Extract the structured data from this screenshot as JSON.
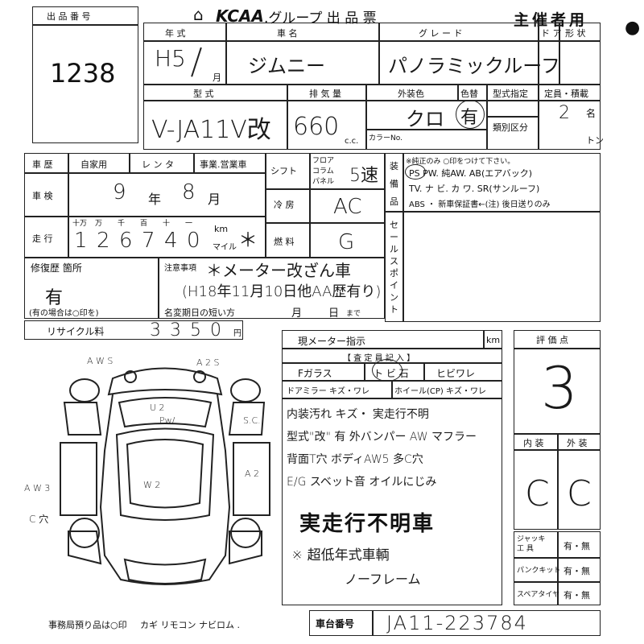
{
  "header": {
    "logo": "KCAA",
    "group_title": ".グループ 出 品 票",
    "organizer": "主催者用"
  },
  "lot": {
    "label": "出 品 番 号",
    "value": "1238"
  },
  "vehicle": {
    "year_label": "年 式",
    "year_value": "H5",
    "month_unit": "月",
    "name_label": "車 名",
    "name_value": "ジムニー",
    "grade_label": "グ レ ー ド",
    "grade_value": "パノラミックルーフ",
    "door_label": "ド ア",
    "shape_label": "形 状",
    "model_label": "型 式",
    "model_value": "V-JA11V改",
    "displacement_label": "排 気 量",
    "displacement_value": "660",
    "cc_unit": "c.c.",
    "exterior_label": "外装色",
    "exterior_value": "クロ",
    "color_change_label": "色替",
    "color_change_value": "有",
    "color_no_label": "カラーNo.",
    "model_designation_label": "型式指定",
    "category_label": "類別区分",
    "capacity_label": "定員・積載",
    "capacity_value": "2",
    "capacity_unit": "名",
    "ton_unit": "トン"
  },
  "history": {
    "label": "車 歴",
    "private": "自家用",
    "rental": "レ ン タ",
    "business": "事業.営業車",
    "inspection_label": "車 検",
    "inspection_year": "9",
    "year_unit": "年",
    "inspection_month": "8",
    "month_unit": "月",
    "mileage_label": "走 行",
    "digit_labels": [
      "十万",
      "万",
      "千",
      "百",
      "十",
      "一"
    ],
    "mileage_digits": [
      "1",
      "2",
      "6",
      "7",
      "4",
      "0"
    ],
    "km_label": "km",
    "mile_label": "マイル",
    "mark": "＊"
  },
  "specs": {
    "shift_label": "シフト",
    "shift_options": "フロア コラム パネル",
    "shift_value": "5速",
    "ac_label": "冷 房",
    "ac_value": "AC",
    "fuel_label": "燃 料",
    "fuel_value": "G"
  },
  "equipment": {
    "label": "装 備 品",
    "note": "※純正のみ ○印をつけて下さい。",
    "line1": "PS  PW. 純AW. AB(エアバック)",
    "line2": "TV. ナ ビ. カ ワ. SR(サンルーフ)",
    "line3": "ABS ・ 新車保証書←(注) 後日送りのみ",
    "sales_point_label": "セールスポイント"
  },
  "repair": {
    "label": "修復歴 箇所",
    "value": "有",
    "note": "(有の場合は○印を)",
    "caution_label": "注意事項",
    "caution_line1": "＊メーター改ざん車",
    "caution_line2": "(H18年11月10日他AA歴有り)",
    "transfer_label": "名変期日の短い方",
    "transfer_month": "月",
    "transfer_day": "日",
    "transfer_until": "まで"
  },
  "recycle": {
    "label": "リサイクル料",
    "digits": [
      "3",
      "3",
      "5",
      "0"
    ],
    "unit": "円"
  },
  "inspector": {
    "meter_label": "現メーター指示",
    "km_unit": "km",
    "title": "【 査 定 員 記 入 】",
    "glass_label": "Fガラス",
    "chip_label": "ト ビ 石",
    "crack_label": "ヒビワレ",
    "mirror_label": "ドアミラー キズ・ワレ",
    "wheel_label": "ホイール(CP) キズ・ワレ",
    "notes": [
      "内装汚れ キズ・ 実走行不明",
      "型式\"改\" 有 外バンパー AW マフラー",
      "背面T穴 ボディAW5 多C穴",
      "E/G スベット音 オイルにじみ"
    ],
    "big_note": "実走行不明車",
    "extra_1": "※ 超低年式車輌",
    "extra_2": "ノーフレーム"
  },
  "score": {
    "label": "評 価 点",
    "value": "3",
    "interior_label": "内 装",
    "exterior_label": "外 装",
    "interior_value": "C",
    "exterior_value": "C"
  },
  "tools": {
    "jack_label": "ジャッキ 工 具",
    "jack_value": "有・無",
    "puncture_label": "パンクキット",
    "puncture_value": "有・無",
    "spare_label": "スペアタイヤ",
    "spare_value": "有・無"
  },
  "diagram": {
    "a_left": "A W S",
    "a_right": "A 2 S",
    "u2_top": "U 2",
    "pw": "Pw/",
    "sc": "S.C.",
    "w2": "W 2",
    "aw3": "A W 3",
    "c_hole": "C 穴",
    "a2_right": "A 2"
  },
  "footer": {
    "items_label": "事務局預り品は○印",
    "items": "カギ リモコン ナビロム .",
    "chassis_label": "車台番号",
    "chassis_value": "JA11-223784"
  }
}
